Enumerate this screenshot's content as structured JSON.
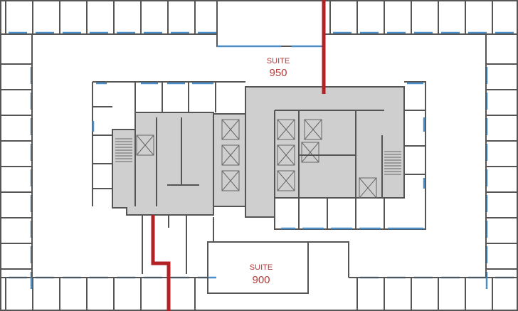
{
  "suites": [
    {
      "id": "suite-950",
      "line1": "SUITE",
      "line2": "950"
    },
    {
      "id": "suite-900",
      "line1": "SUITE",
      "line2": "900"
    }
  ],
  "colors": {
    "walls": "#555555",
    "core_fill": "#cfcfcf",
    "windows": "#4a8fc9",
    "route": "#b22126",
    "suite_label": "#b23a3a"
  }
}
